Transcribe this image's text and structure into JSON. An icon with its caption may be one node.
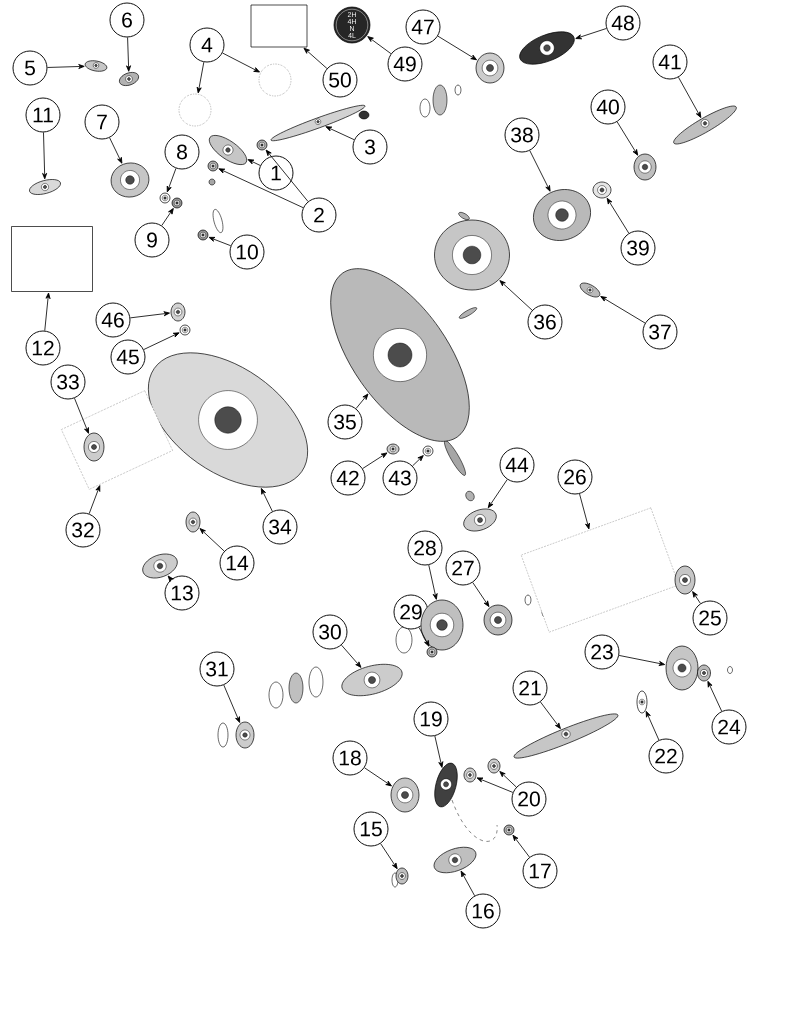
{
  "diagram": {
    "nodes": [
      {
        "text": [
          "1"
        ]
      },
      {
        "text": [
          "2"
        ]
      },
      {
        "text": [
          "3"
        ]
      },
      {
        "text": [
          "4"
        ]
      },
      {
        "text": [
          "5"
        ]
      },
      {
        "text": [
          "6"
        ]
      },
      {
        "text": [
          "7"
        ]
      },
      {
        "text": [
          "8"
        ]
      },
      {
        "text": [
          "9"
        ]
      },
      {
        "text": [
          "10"
        ]
      },
      {
        "text": [
          "11"
        ]
      },
      {
        "text": [
          "12"
        ]
      },
      {
        "text": [
          "13"
        ]
      },
      {
        "text": [
          "14"
        ]
      },
      {
        "text": [
          "15"
        ]
      },
      {
        "text": [
          "16"
        ]
      },
      {
        "text": [
          "17"
        ]
      },
      {
        "text": [
          "18"
        ]
      },
      {
        "text": [
          "19"
        ]
      },
      {
        "text": [
          "20"
        ]
      },
      {
        "text": [
          "21"
        ]
      },
      {
        "text": [
          "22"
        ]
      },
      {
        "text": [
          "23"
        ]
      },
      {
        "text": [
          "24"
        ]
      },
      {
        "text": [
          "25"
        ]
      },
      {
        "text": [
          "26"
        ]
      },
      {
        "text": [
          "27"
        ]
      },
      {
        "text": [
          "28"
        ]
      },
      {
        "text": [
          "29"
        ]
      },
      {
        "text": [
          "30"
        ]
      },
      {
        "text": [
          "31"
        ]
      },
      {
        "text": [
          "32"
        ]
      },
      {
        "text": [
          "33"
        ]
      },
      {
        "text": [
          "34"
        ]
      },
      {
        "text": [
          "35"
        ]
      },
      {
        "text": [
          "36"
        ]
      },
      {
        "text": [
          "37"
        ]
      },
      {
        "text": [
          "38"
        ]
      },
      {
        "text": [
          "39"
        ]
      },
      {
        "text": [
          "40"
        ]
      },
      {
        "text": [
          "41"
        ]
      },
      {
        "text": [
          "42"
        ]
      },
      {
        "text": [
          "43"
        ]
      },
      {
        "text": [
          "44"
        ]
      },
      {
        "text": [
          "45"
        ]
      },
      {
        "text": [
          "46"
        ]
      },
      {
        "text": [
          "47"
        ]
      },
      {
        "text": [
          "48"
        ]
      },
      {
        "text": [
          "49"
        ]
      },
      {
        "text": [
          "50"
        ]
      },
      {
        "text": [],
        "shape": "picture"
      },
      {
        "text": [],
        "shape": "picture"
      },
      {
        "text": [],
        "shape": "picture"
      },
      {
        "text": [],
        "shape": "picture"
      },
      {
        "text": [],
        "shape": "circle"
      },
      {
        "text": [],
        "shape": "circle"
      },
      {
        "text": [],
        "shape": "picture"
      },
      {
        "text": [],
        "shape": "picture"
      },
      {
        "text": [],
        "shape": "picture"
      },
      {
        "text": [],
        "shape": "picture"
      },
      {
        "text": [],
        "shape": "picture"
      },
      {
        "text": [],
        "shape": "picture"
      },
      {
        "text": [],
        "shape": "picture"
      },
      {
        "text": [],
        "shape": "box"
      },
      {
        "text": [],
        "shape": "box"
      },
      {
        "text": [],
        "shape": "picture"
      },
      {
        "text": [],
        "shape": "picture"
      },
      {
        "text": [],
        "shape": "picture"
      },
      {
        "text": [],
        "shape": "picture"
      },
      {
        "text": [],
        "shape": "picture"
      },
      {
        "text": [],
        "shape": "picture"
      },
      {
        "text": [],
        "shape": "picture"
      },
      {
        "text": [],
        "shape": "picture"
      },
      {
        "text": [],
        "shape": "picture"
      },
      {
        "text": [],
        "shape": "picture"
      },
      {
        "text": [],
        "shape": "picture"
      },
      {
        "text": [],
        "shape": "box"
      },
      {
        "text": [],
        "shape": "picture",
        "in": 76
      },
      {
        "text": [],
        "shape": "picture"
      },
      {
        "text": [],
        "shape": "picture"
      },
      {
        "text": [],
        "shape": "picture"
      },
      {
        "text": [],
        "shape": "picture"
      },
      {
        "text": [],
        "shape": "picture"
      },
      {
        "text": [],
        "shape": "box"
      },
      {
        "text": [],
        "shape": "picture"
      },
      {
        "text": [],
        "shape": "picture"
      },
      {
        "text": [],
        "shape": "picture"
      },
      {
        "text": [],
        "shape": "picture"
      },
      {
        "text": [],
        "shape": "picture"
      },
      {
        "text": [],
        "shape": "picture"
      },
      {
        "text": [],
        "shape": "picture"
      },
      {
        "text": [],
        "shape": "picture"
      },
      {
        "text": [],
        "shape": "picture"
      },
      {
        "text": [],
        "shape": "picture"
      },
      {
        "text": [],
        "shape": "picture"
      },
      {
        "text": [],
        "shape": "picture"
      },
      {
        "text": [],
        "shape": "picture"
      },
      {
        "text": [],
        "shape": "picture"
      },
      {
        "text": [],
        "shape": "picture"
      },
      {
        "text": [],
        "shape": "picture"
      },
      {
        "text": [],
        "shape": "picture"
      },
      {
        "text": [],
        "shape": "picture"
      },
      {
        "text": [],
        "shape": "picture"
      }
    ],
    "edges": [
      {
        "from": 0,
        "to": 50,
        "arrow": "to"
      },
      {
        "from": 1,
        "to": 51,
        "arrow": "to"
      },
      {
        "from": 1,
        "to": 52,
        "arrow": "to"
      },
      {
        "from": 2,
        "to": 53,
        "arrow": "to"
      },
      {
        "from": 3,
        "to": 54,
        "arrow": "to"
      },
      {
        "from": 3,
        "to": 55,
        "arrow": "to"
      },
      {
        "from": 4,
        "to": 56,
        "arrow": "to"
      },
      {
        "from": 5,
        "to": 57,
        "arrow": "to"
      },
      {
        "from": 6,
        "to": 58,
        "arrow": "to"
      },
      {
        "from": 7,
        "to": 59,
        "arrow": "to"
      },
      {
        "from": 8,
        "to": 60,
        "arrow": "to"
      },
      {
        "from": 9,
        "to": 61,
        "arrow": "to"
      },
      {
        "from": 10,
        "to": 62,
        "arrow": "to"
      },
      {
        "from": 11,
        "to": 63,
        "arrow": "to"
      },
      {
        "from": 49,
        "to": 64,
        "arrow": "to"
      },
      {
        "from": 48,
        "to": 65,
        "arrow": "to"
      },
      {
        "from": 46,
        "to": 66,
        "arrow": "to"
      },
      {
        "from": 47,
        "to": 67,
        "arrow": "to"
      },
      {
        "from": 40,
        "to": 68,
        "arrow": "to"
      },
      {
        "from": 39,
        "to": 69,
        "arrow": "to"
      },
      {
        "from": 37,
        "to": 70,
        "arrow": "to"
      },
      {
        "from": 38,
        "to": 71,
        "arrow": "to"
      },
      {
        "from": 35,
        "to": 72,
        "arrow": "to"
      },
      {
        "from": 36,
        "to": 73,
        "arrow": "to"
      },
      {
        "from": 34,
        "to": 74,
        "arrow": "to"
      },
      {
        "from": 33,
        "to": 75,
        "arrow": "to"
      },
      {
        "from": 31,
        "to": 76,
        "arrow": "to"
      },
      {
        "from": 32,
        "to": 77,
        "arrow": "to"
      },
      {
        "from": 45,
        "to": 78,
        "arrow": "to"
      },
      {
        "from": 44,
        "to": 79,
        "arrow": "to"
      },
      {
        "from": 41,
        "to": 80,
        "arrow": "to"
      },
      {
        "from": 42,
        "to": 81,
        "arrow": "to"
      },
      {
        "from": 43,
        "to": 82,
        "arrow": "to"
      },
      {
        "from": 25,
        "to": 83,
        "arrow": "to"
      },
      {
        "from": 24,
        "to": 84,
        "arrow": "to"
      },
      {
        "from": 27,
        "to": 85,
        "arrow": "to"
      },
      {
        "from": 26,
        "to": 86,
        "arrow": "to"
      },
      {
        "from": 28,
        "to": 87,
        "arrow": "to"
      },
      {
        "from": 29,
        "to": 88,
        "arrow": "to"
      },
      {
        "from": 30,
        "to": 89,
        "arrow": "to"
      },
      {
        "from": 22,
        "to": 90,
        "arrow": "to"
      },
      {
        "from": 23,
        "to": 91,
        "arrow": "to"
      },
      {
        "from": 21,
        "to": 92,
        "arrow": "to"
      },
      {
        "from": 20,
        "to": 93,
        "arrow": "to"
      },
      {
        "from": 18,
        "to": 94,
        "arrow": "to"
      },
      {
        "from": 17,
        "to": 95,
        "arrow": "to"
      },
      {
        "from": 19,
        "to": 96,
        "arrow": "to"
      },
      {
        "from": 19,
        "to": 97,
        "arrow": "to"
      },
      {
        "from": 14,
        "to": 98,
        "arrow": "to"
      },
      {
        "from": 15,
        "to": 99,
        "arrow": "to"
      },
      {
        "from": 16,
        "to": 100,
        "arrow": "to"
      },
      {
        "from": 12,
        "to": 101,
        "arrow": "to"
      },
      {
        "from": 13,
        "to": 102,
        "arrow": "to"
      }
    ],
    "labels": [
      "2H",
      "4H",
      "N",
      "4L"
    ]
  }
}
